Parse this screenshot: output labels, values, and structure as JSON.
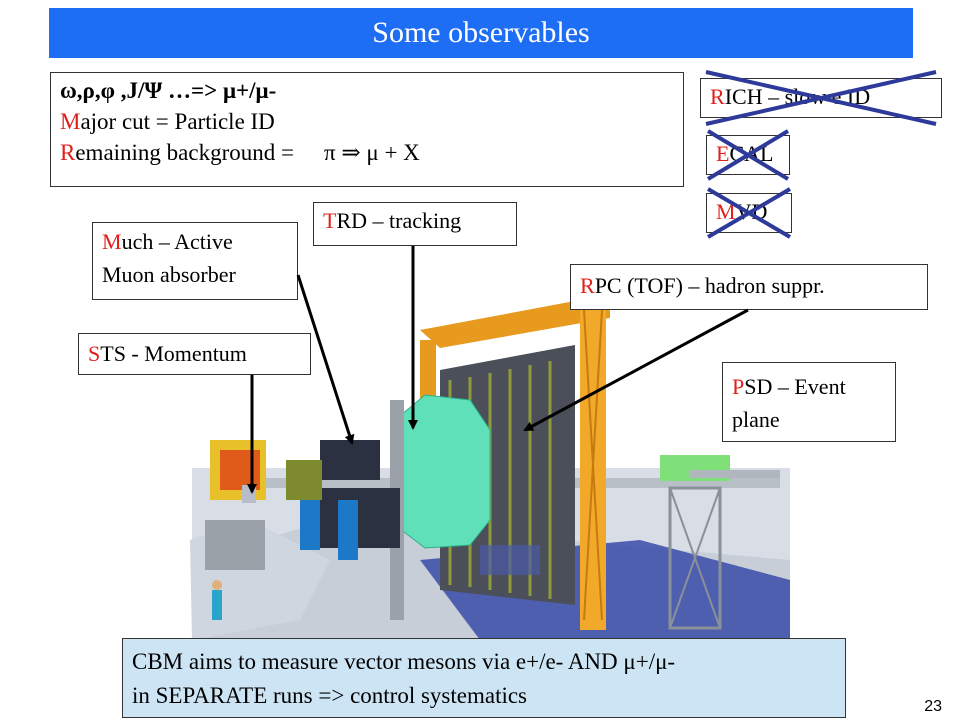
{
  "slide": {
    "title": "Some observables",
    "page_number": "23"
  },
  "channels_box": {
    "line1": "ω,ρ,φ ,J/Ψ …=> μ+/μ-",
    "line2_first": "M",
    "line2_rest": "ajor cut = Particle ID",
    "line3_first": "R",
    "line3_rest": "emaining background =",
    "line3_formula": "π ⇒ μ + X"
  },
  "crossed_out": {
    "rich_first": "R",
    "rich_rest": "ICH – slow e ID",
    "ecal_first": "E",
    "ecal_rest": "CAL",
    "mvd_first": "M",
    "mvd_rest": "VD"
  },
  "labels": {
    "trd_first": "T",
    "trd_rest": "RD – tracking",
    "much_first": "M",
    "much_rest": "uch – Active",
    "much_line2": "Muon absorber",
    "rpc_first": "R",
    "rpc_rest": "PC (TOF) – hadron suppr.",
    "sts_first": "S",
    "sts_rest": "TS - Momentum",
    "psd_first": "P",
    "psd_rest": "SD – Event",
    "psd_line2": "plane"
  },
  "bottom_note": {
    "line1": "CBM aims to measure vector mesons via e+/e- AND μ+/μ-",
    "line2": "in SEPARATE runs => control systematics"
  },
  "colors": {
    "title_bar": "#1e6ef5",
    "accent_red": "#e0201b",
    "cross_blue": "#2e3a9a",
    "note_bg": "#cde4f5"
  }
}
